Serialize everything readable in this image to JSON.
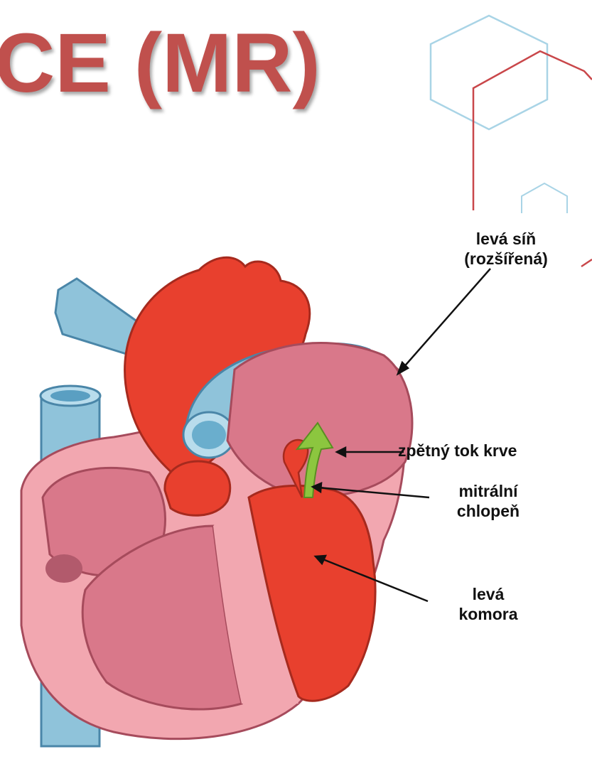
{
  "slide": {
    "title": "CE (MR)"
  },
  "labels": {
    "left_atrium": [
      "levá síň",
      "(rozšířená)"
    ],
    "regurgitation": "zpětný tok krve",
    "mitral_valve": [
      "mitrální",
      "chlopeň"
    ],
    "left_ventricle": [
      "levá",
      "komora"
    ]
  },
  "colors": {
    "title": "#c0504d",
    "hexagon_blue": "#a9d4e6",
    "hexagon_red": "#c9474a",
    "oxygenated_blood": "#e8402e",
    "heart_wall": "#f2a7b0",
    "heart_inner": "#d9788a",
    "vein_blue": "#8fc3da",
    "regurgitation_arrow": "#8cc63f"
  }
}
